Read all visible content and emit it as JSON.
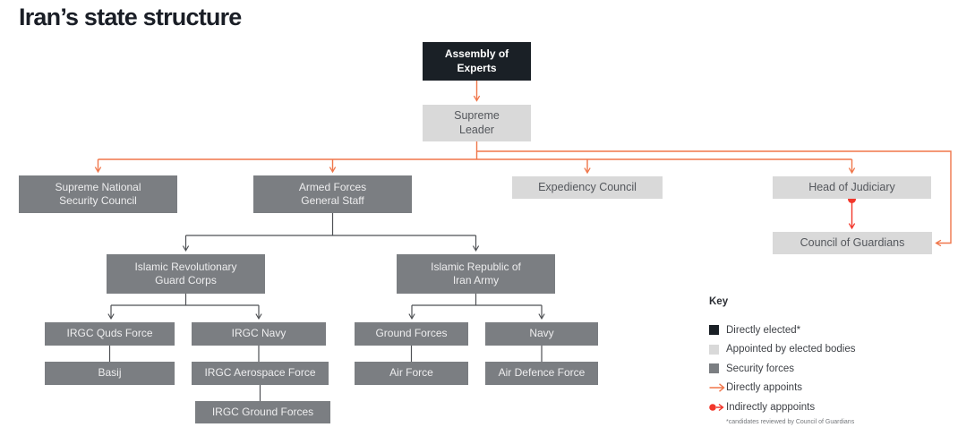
{
  "title": "Iran’s state structure",
  "nodes": {
    "assembly_of_experts": "Assembly of\nExperts",
    "supreme_leader": "Supreme\nLeader",
    "supreme_national_security_council": "Supreme National\nSecurity Council",
    "armed_forces_general_staff": "Armed Forces\nGeneral Staff",
    "expediency_council": "Expediency Council",
    "head_of_judiciary": "Head of Judiciary",
    "council_of_guardians": "Council of Guardians",
    "irgc": "Islamic Revolutionary\nGuard Corps",
    "iran_army": "Islamic Republic of\nIran Army",
    "irgc_quds_force": "IRGC Quds Force",
    "irgc_navy": "IRGC Navy",
    "army_ground_forces": "Ground Forces",
    "army_navy": "Navy",
    "basij": "Basij",
    "irgc_aerospace_force": "IRGC Aerospace Force",
    "army_air_force": "Air Force",
    "army_air_defence_force": "Air Defence Force",
    "irgc_ground_forces": "IRGC Ground Forces"
  },
  "key": {
    "title": "Key",
    "items": [
      {
        "swatch": "black-square",
        "label": "Directly elected*"
      },
      {
        "swatch": "light-gray-square",
        "label": "Appointed by elected bodies"
      },
      {
        "swatch": "dark-gray-square",
        "label": "Security forces"
      },
      {
        "swatch": "orange-arrow",
        "label": "Directly appoints"
      },
      {
        "swatch": "red-dot-arrow",
        "label": "Indirectly apppoints"
      }
    ],
    "footnote": "*candidates reviewed by Council of Guardians"
  },
  "colors": {
    "directly_elected": "#1a2026",
    "appointed_by_elected_bodies": "#d9d9d9",
    "security_forces": "#7b7e82",
    "directly_appoints_arrow": "#f0764a",
    "indirectly_appoints_arrow": "#f2372b",
    "command_line": "#4e5054"
  },
  "edges": {
    "directly_appoints": [
      [
        "Assembly of Experts",
        "Supreme Leader"
      ],
      [
        "Supreme Leader",
        "Supreme National Security Council"
      ],
      [
        "Supreme Leader",
        "Armed Forces General Staff"
      ],
      [
        "Supreme Leader",
        "Expediency Council"
      ],
      [
        "Supreme Leader",
        "Head of Judiciary"
      ],
      [
        "Supreme Leader",
        "Council of Guardians"
      ]
    ],
    "indirectly_appoints": [
      [
        "Head of Judiciary",
        "Council of Guardians"
      ]
    ],
    "hierarchy": [
      [
        "Armed Forces General Staff",
        "Islamic Revolutionary Guard Corps"
      ],
      [
        "Armed Forces General Staff",
        "Islamic Republic of Iran Army"
      ],
      [
        "Islamic Revolutionary Guard Corps",
        "IRGC Quds Force"
      ],
      [
        "Islamic Revolutionary Guard Corps",
        "IRGC Navy"
      ],
      [
        "IRGC Quds Force",
        "Basij"
      ],
      [
        "IRGC Navy",
        "IRGC Aerospace Force"
      ],
      [
        "IRGC Aerospace Force",
        "IRGC Ground Forces"
      ],
      [
        "Islamic Republic of Iran Army",
        "Ground Forces"
      ],
      [
        "Islamic Republic of Iran Army",
        "Navy"
      ],
      [
        "Ground Forces",
        "Air Force"
      ],
      [
        "Navy",
        "Air Defence Force"
      ]
    ]
  }
}
